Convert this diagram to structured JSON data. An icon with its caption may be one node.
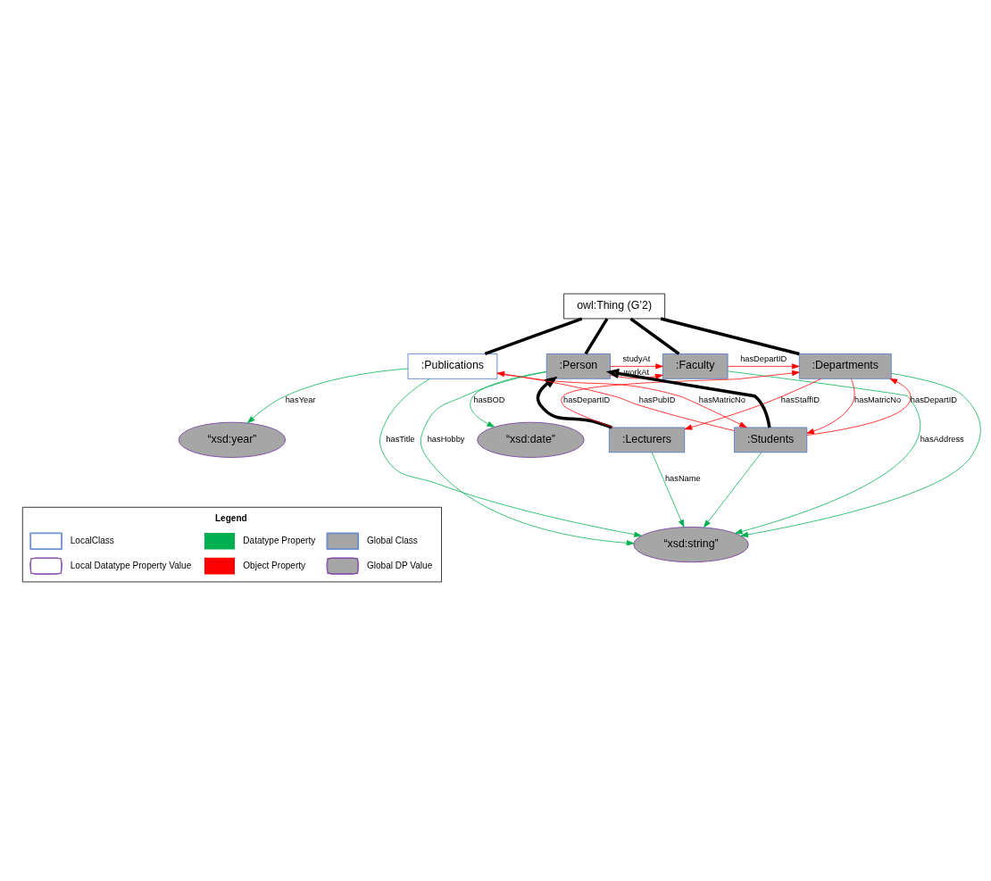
{
  "diagram": {
    "nodes": [
      {
        "text": [
          "owl:Thing (G’2)"
        ]
      },
      {
        "text": [
          ":Publications"
        ]
      },
      {
        "text": [
          ":Person"
        ]
      },
      {
        "text": [
          ":Faculty"
        ]
      },
      {
        "text": [
          ":Departments"
        ]
      },
      {
        "text": [
          ":Lecturers"
        ]
      },
      {
        "text": [
          ":Students"
        ]
      },
      {
        "text": [
          "“xsd:date”"
        ]
      },
      {
        "text": [
          "“xsd:string”"
        ]
      },
      {
        "text": [
          "“xsd:year”"
        ]
      }
    ],
    "edges": [
      {
        "from": 0,
        "to": 1,
        "arrow": "none",
        "style": "thick",
        "color": "#000000"
      },
      {
        "from": 0,
        "to": 2,
        "arrow": "none",
        "style": "thick",
        "color": "#000000"
      },
      {
        "from": 0,
        "to": 3,
        "arrow": "none",
        "style": "thick",
        "color": "#000000"
      },
      {
        "from": 0,
        "to": 4,
        "arrow": "none",
        "style": "thick",
        "color": "#000000"
      },
      {
        "from": 5,
        "to": 2,
        "arrow": "to",
        "style": "thick",
        "color": "#000000"
      },
      {
        "from": 6,
        "to": 2,
        "arrow": "to",
        "style": "thick",
        "color": "#000000"
      },
      {
        "from": 2,
        "to": 3,
        "label": "studyAt",
        "arrow": "to"
      },
      {
        "from": 2,
        "to": 3,
        "label": "workAt",
        "arrow": "to"
      },
      {
        "from": 3,
        "to": 4,
        "label": "hasDepartID",
        "arrow": "to"
      },
      {
        "from": 2,
        "to": 7,
        "label": "hasBOD",
        "arrow": "to",
        "color": "#00b050"
      },
      {
        "from": 2,
        "to": 8,
        "label": "hasHobby",
        "arrow": "to",
        "color": "#00b050"
      },
      {
        "from": 6,
        "to": 1,
        "label": "hasPubID",
        "arrow": "to"
      },
      {
        "from": 4,
        "to": 6,
        "label": "hasMatricNo",
        "arrow": "to"
      },
      {
        "from": 3,
        "to": 8,
        "label": "hasAddress",
        "arrow": "to",
        "color": "#00b050"
      },
      {
        "from": 4,
        "to": 8,
        "arrow": "to",
        "color": "#00b050"
      },
      {
        "from": 1,
        "to": 8,
        "label": "hasTitle",
        "arrow": "to",
        "color": "#00b050"
      },
      {
        "from": 5,
        "to": 8,
        "label": "hasName",
        "arrow": "to",
        "color": "#00b050"
      },
      {
        "from": 6,
        "to": 8,
        "arrow": "to",
        "color": "#00b050"
      },
      {
        "from": 4,
        "to": 5,
        "label": "hasStaffID",
        "arrow": "to"
      },
      {
        "from": 6,
        "to": 4,
        "label": "hasDepartID",
        "arrow": "to"
      },
      {
        "from": 5,
        "to": 4,
        "label": "hasDepartID",
        "arrow": "to"
      },
      {
        "from": 1,
        "to": 6,
        "label": "hasMatricNo",
        "arrow": "to"
      },
      {
        "from": 1,
        "to": 9,
        "label": "hasYear",
        "arrow": "to",
        "color": "#00b050"
      }
    ],
    "labels": [
      "Legend"
    ],
    "legend": [
      {
        "text": "LocalClass",
        "color": "#ffffff"
      },
      {
        "text": "Datatype Property",
        "color": "#00b050"
      },
      {
        "text": "Global Class",
        "color": "#a6a6a6"
      },
      {
        "text": "Local Datatype Property Value",
        "color": "#ffffff"
      },
      {
        "text": "Object Property",
        "color": "#ff0000"
      },
      {
        "text": "Global DP Value",
        "color": "#a6a6a6"
      }
    ]
  }
}
